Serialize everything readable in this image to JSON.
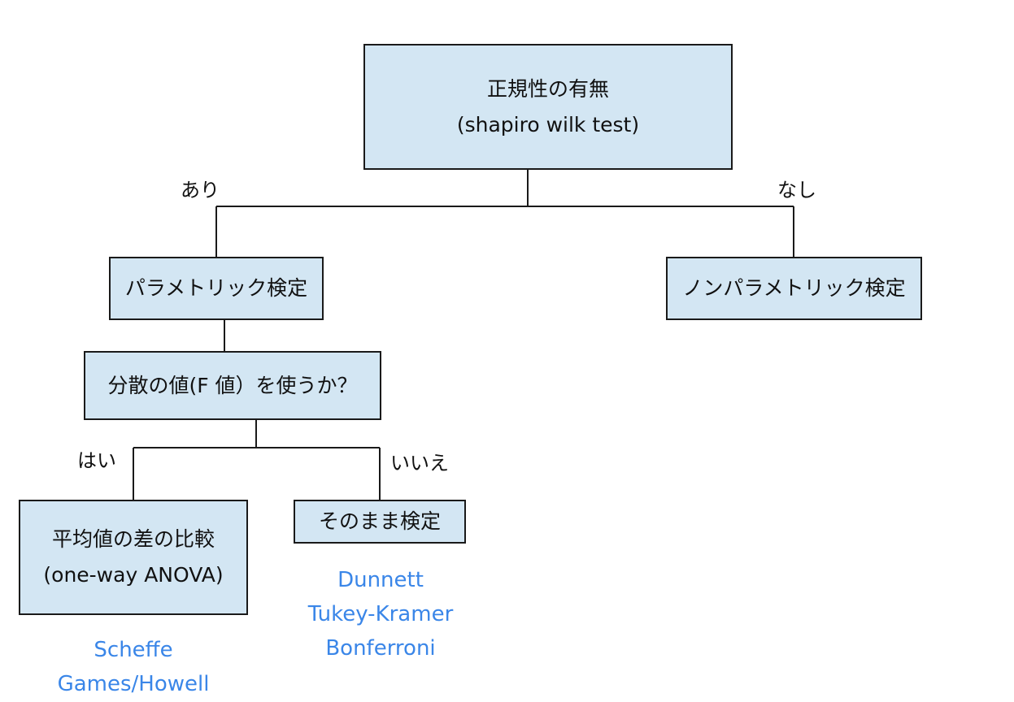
{
  "root": {
    "line1": "正規性の有無",
    "line2": "(shapiro wilk test)"
  },
  "branch_yes_label": "あり",
  "branch_no_label": "なし",
  "parametric": {
    "label": "パラメトリック検定"
  },
  "nonparametric": {
    "label": "ノンパラメトリック検定"
  },
  "variance_question": {
    "label": "分散の値(F 値）を使うか？"
  },
  "answer_yes_label": "はい",
  "answer_no_label": "いいえ",
  "anova": {
    "line1": "平均値の差の比較",
    "line2": "(one-way ANOVA)"
  },
  "direct_test": {
    "label": "そのまま検定"
  },
  "anova_posthoc": [
    "Scheffe",
    "Games/Howell"
  ],
  "direct_posthoc": [
    "Dunnett",
    "Tukey-Kramer",
    "Bonferroni"
  ],
  "colors": {
    "box_fill": "#d3e6f3",
    "box_border": "#1a1a1a",
    "method_text": "#3a86e8"
  }
}
